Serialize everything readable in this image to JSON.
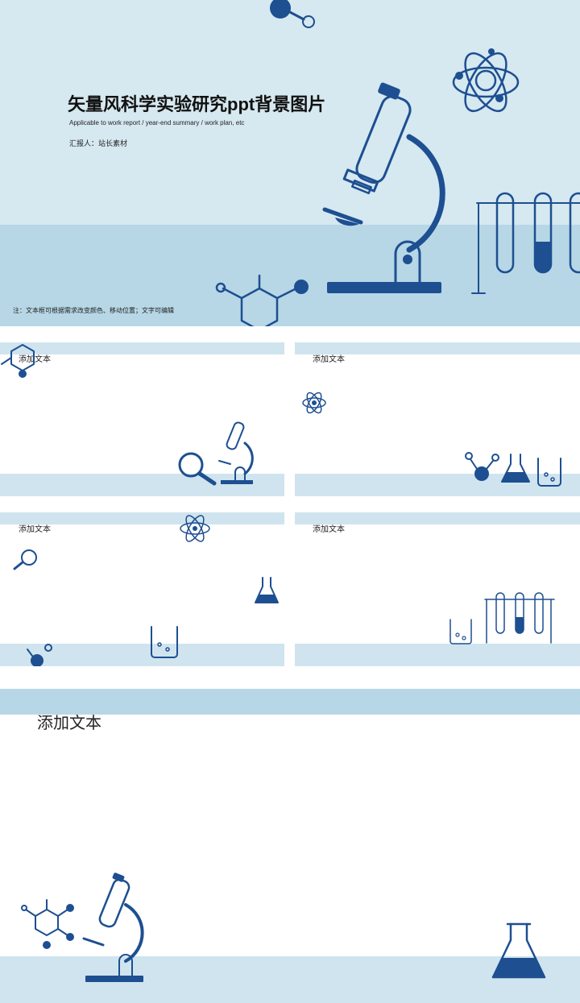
{
  "cover": {
    "title": "矢量风科学实验研究ppt背景图片",
    "subtitle": "Applicable to work report / year-end summary / work plan, etc",
    "reporter": "汇报人：站长素材",
    "note": "注：文本框可根据需求改变颜色、移动位置；文字可编辑"
  },
  "slides": [
    {
      "label": "添加文本"
    },
    {
      "label": "添加文本"
    },
    {
      "label": "添加文本"
    },
    {
      "label": "添加文本"
    },
    {
      "label": "添加文本"
    }
  ],
  "colors": {
    "background_light": "#d6e8f0",
    "background_band": "#b7d7e6",
    "accent": "#1d4f91"
  },
  "icons": [
    "microscope-icon",
    "atom-icon",
    "molecule-icon",
    "test-tube-rack-icon",
    "magnifier-icon",
    "flask-icon",
    "beaker-icon"
  ]
}
